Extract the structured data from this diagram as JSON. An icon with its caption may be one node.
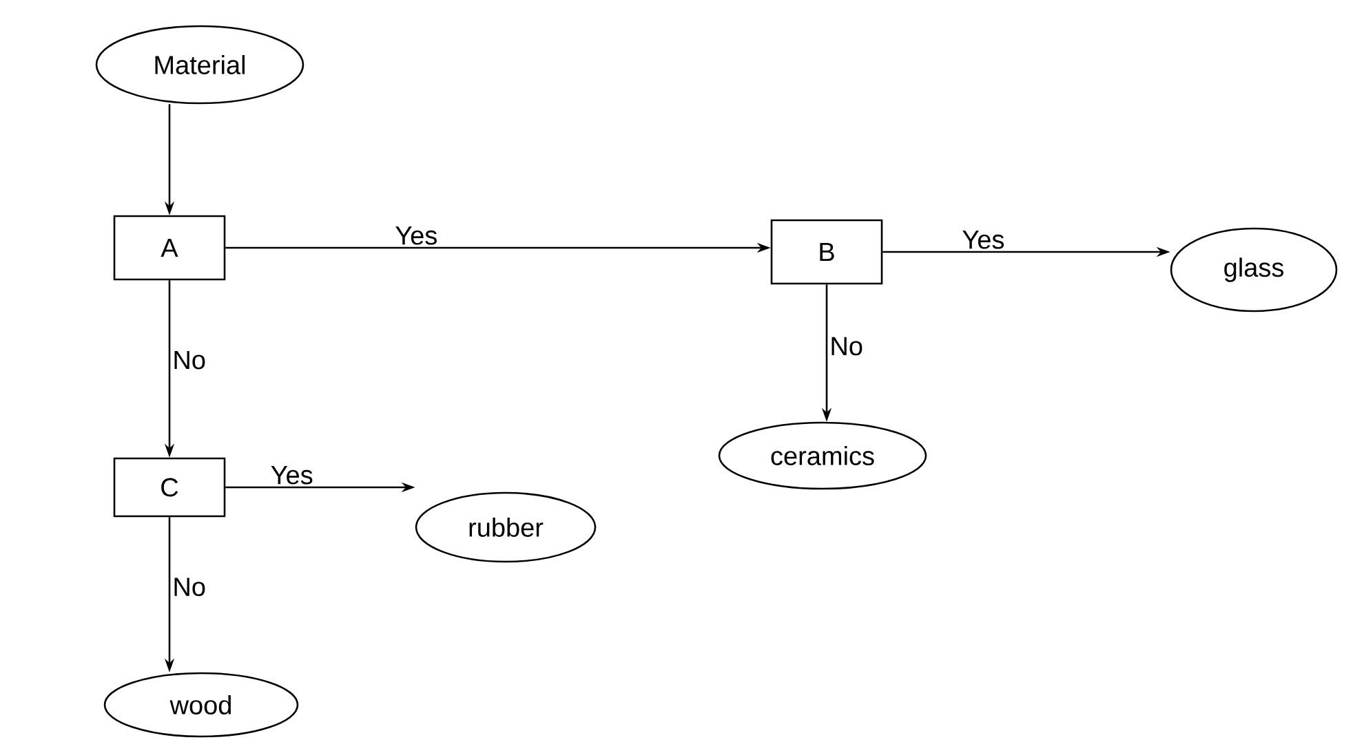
{
  "diagram": {
    "nodes": [
      {
        "text": [
          "Material"
        ]
      },
      {
        "text": [
          "A"
        ]
      },
      {
        "text": [
          "B"
        ]
      },
      {
        "text": [
          "glass"
        ]
      },
      {
        "text": [
          "ceramics"
        ]
      },
      {
        "text": [
          "C"
        ]
      },
      {
        "text": [
          "rubber"
        ]
      },
      {
        "text": [
          "wood"
        ]
      }
    ],
    "edges": [
      {
        "from": 0,
        "to": 1,
        "arrow": "to"
      },
      {
        "from": 1,
        "to": 2,
        "arrow": "to",
        "label": "Yes"
      },
      {
        "from": 2,
        "to": 3,
        "arrow": "to",
        "label": "Yes"
      },
      {
        "from": 2,
        "to": 4,
        "arrow": "to",
        "label": "No"
      },
      {
        "from": 1,
        "to": 5,
        "arrow": "to",
        "label": "No"
      },
      {
        "from": 5,
        "to": 6,
        "arrow": "to",
        "label": "Yes"
      },
      {
        "from": 5,
        "to": 7,
        "arrow": "to",
        "label": "No"
      }
    ]
  }
}
